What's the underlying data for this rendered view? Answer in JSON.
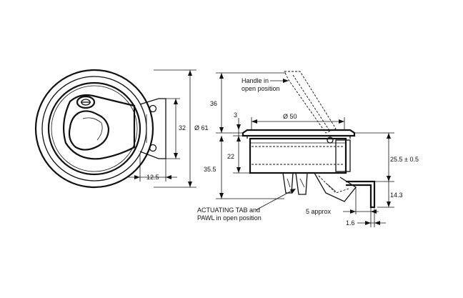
{
  "labels": {
    "diameter_61": "Ø 61",
    "dim_32": "32",
    "dim_12_5": "12.5",
    "dim_36": "36",
    "dim_3": "3",
    "diameter_50": "Ø 50",
    "dim_22": "22",
    "dim_35_5": "35.5",
    "dim_25_5": "25.5 ± 0.5",
    "dim_14_3": "14.3",
    "dim_5_approx": "5 approx",
    "dim_1_6": "1.6",
    "note_handle_line1": "Handle in",
    "note_handle_line2": "open position",
    "note_tab_line1": "ACTUATING TAB and",
    "note_tab_line2": "PAWL in open position"
  }
}
